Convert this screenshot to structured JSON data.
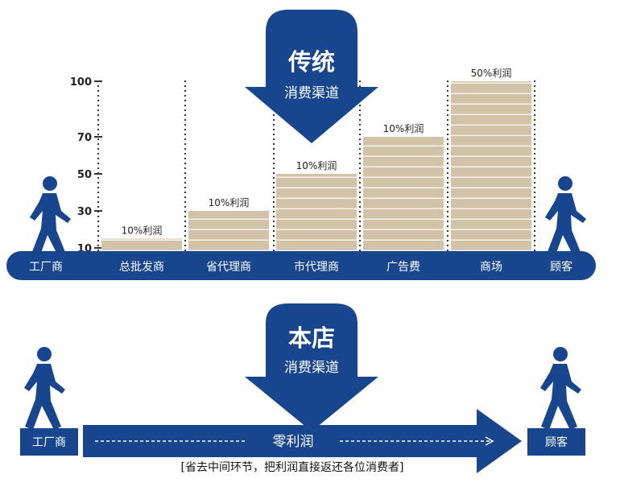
{
  "colors": {
    "blue": "#17468f",
    "bar": "#d2c2a8",
    "stripe": "#f6f1ea",
    "text": "#222222"
  },
  "traditional": {
    "title": "传统",
    "subtitle": "消费渠道",
    "start_label": "工厂商",
    "end_label": "顾客"
  },
  "chart_data": {
    "type": "bar",
    "categories": [
      "总批发商",
      "省代理商",
      "市代理商",
      "广告费",
      "商场"
    ],
    "values": [
      15,
      30,
      50,
      70,
      100
    ],
    "data_labels": [
      "10%利润",
      "10%利润",
      "10%利润",
      "10%利润",
      "50%利润"
    ],
    "yticks": [
      10,
      30,
      50,
      70,
      100
    ],
    "ylim": [
      10,
      100
    ]
  },
  "store": {
    "title": "本店",
    "subtitle": "消费渠道",
    "start_label": "工厂商",
    "end_label": "顾客",
    "arrow_label": "零利润",
    "note": "[省去中间环节，把利润直接返还各位消费者]"
  },
  "icons": {
    "person": "walking-person-icon",
    "badge": "down-arrow-badge-icon"
  }
}
